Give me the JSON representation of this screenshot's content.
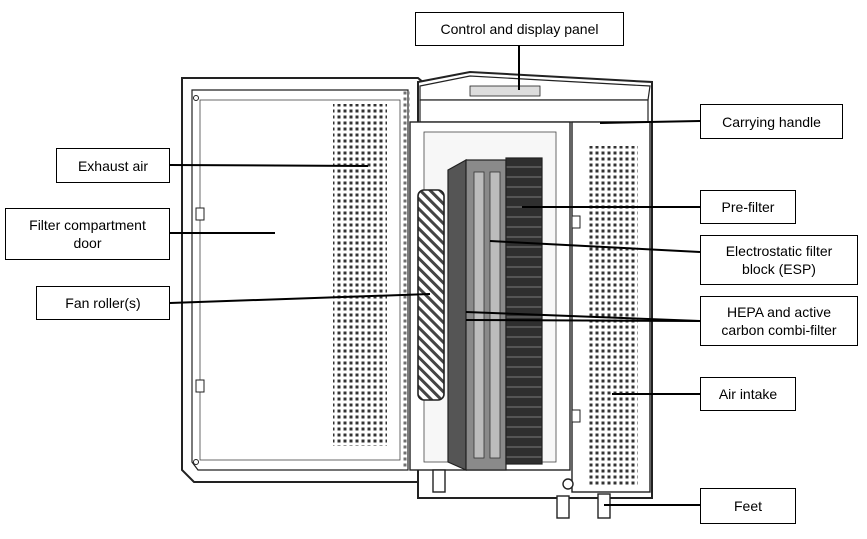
{
  "labels": {
    "control_panel": "Control and display panel",
    "carrying_handle": "Carrying handle",
    "exhaust_air": "Exhaust air",
    "filter_door": "Filter compartment\ndoor",
    "fan_rollers": "Fan roller(s)",
    "pre_filter": "Pre-filter",
    "esp": "Electrostatic filter\nblock (ESP)",
    "hepa": "HEPA and active\ncarbon combi-filter",
    "air_intake": "Air intake",
    "feet": "Feet"
  },
  "colors": {
    "line": "#000000",
    "outline": "#222222",
    "filter_dark": "#3a3a3a",
    "filter_mid": "#6a6a6a",
    "background": "#ffffff"
  }
}
